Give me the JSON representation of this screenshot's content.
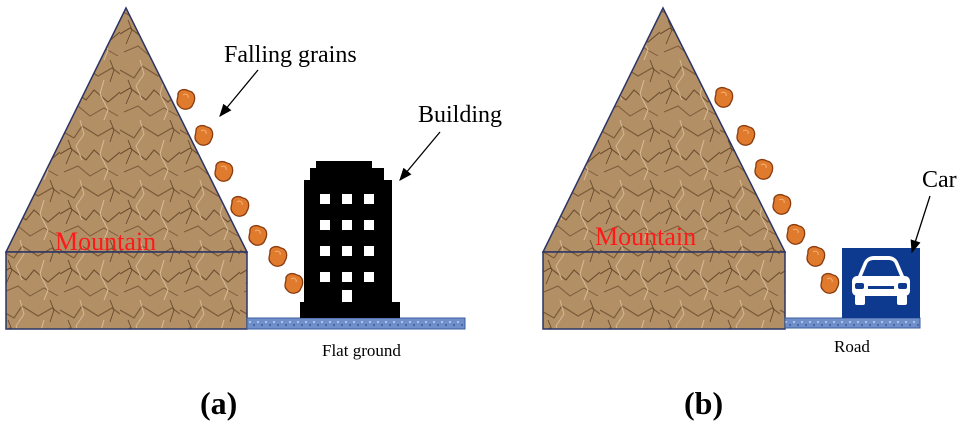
{
  "panels": [
    {
      "id": "a",
      "label": "(a)",
      "mountain_label": "Mountain",
      "falling_label": "Falling grains",
      "object_label": "Building",
      "ground_label": "Flat ground"
    },
    {
      "id": "b",
      "label": "(b)",
      "mountain_label": "Mountain",
      "object_label": "Car",
      "ground_label": "Road"
    }
  ],
  "colors": {
    "mountain_fill": "#b38f66",
    "mountain_outline": "#2b3566",
    "mountain_label": "#ff1a1a",
    "grain_fill": "#e07a2c",
    "grain_outline": "#8a3c10",
    "building": "#000000",
    "car_box": "#0d3a8e",
    "ground": "#6e8fc9"
  },
  "icons": {
    "building": "building-icon",
    "car": "car-icon"
  }
}
